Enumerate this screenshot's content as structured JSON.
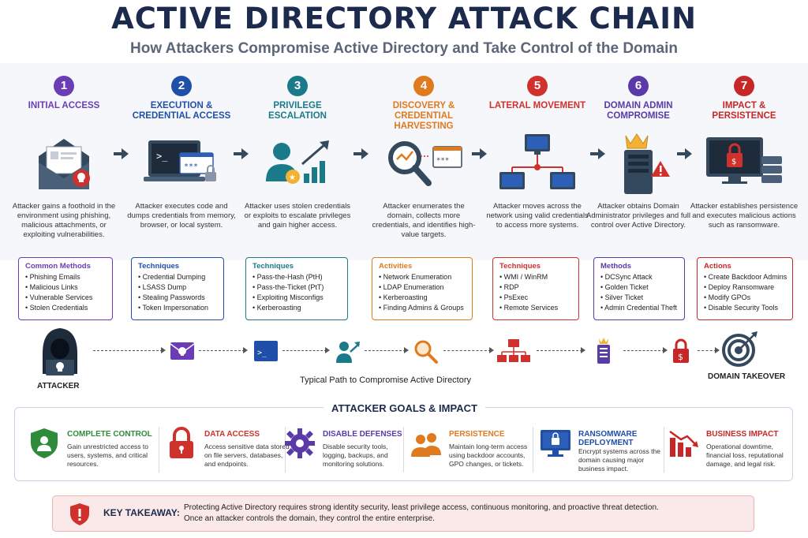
{
  "header": {
    "title": "ACTIVE DIRECTORY ATTACK CHAIN",
    "subtitle": "How Attackers Compromise Active Directory and Take Control of the Domain"
  },
  "steps": [
    {
      "number": "1",
      "title": "INITIAL ACCESS",
      "color": "#6a3db5",
      "description": "Attacker gains a foothold in the environment using phishing, malicious attachments, or exploiting vulnerabilities.",
      "box_title": "Common Methods",
      "items": [
        "Phishing Emails",
        "Malicious Links",
        "Vulnerable Services",
        "Stolen Credentials"
      ]
    },
    {
      "number": "2",
      "title": "EXECUTION & CREDENTIAL ACCESS",
      "color": "#1f4fa8",
      "description": "Attacker executes code and dumps credentials from memory, browser, or local system.",
      "box_title": "Techniques",
      "items": [
        "Credential Dumping",
        "LSASS Dump",
        "Stealing Passwords",
        "Token Impersonation"
      ]
    },
    {
      "number": "3",
      "title": "PRIVILEGE ESCALATION",
      "color": "#1b7a8a",
      "description": "Attacker uses stolen credentials or exploits to escalate privileges and gain higher access.",
      "box_title": "Techniques",
      "items": [
        "Pass-the-Hash (PtH)",
        "Pass-the-Ticket (PtT)",
        "Exploiting Misconfigs",
        "Kerberoasting"
      ]
    },
    {
      "number": "4",
      "title": "DISCOVERY & CREDENTIAL HARVESTING",
      "color": "#e07a1f",
      "description": "Attacker enumerates the domain, collects more credentials, and identifies high-value targets.",
      "box_title": "Activities",
      "items": [
        "Network Enumeration",
        "LDAP Enumeration",
        "Kerberoasting",
        "Finding Admins & Groups"
      ]
    },
    {
      "number": "5",
      "title": "LATERAL MOVEMENT",
      "color": "#d0312d",
      "description": "Attacker moves across the network using valid credentials to access more systems.",
      "box_title": "Techniques",
      "items": [
        "WMI / WinRM",
        "RDP",
        "PsExec",
        "Remote Services"
      ]
    },
    {
      "number": "6",
      "title": "DOMAIN ADMIN COMPROMISE",
      "color": "#5a3aa8",
      "description": "Attacker obtains Domain Administrator privileges and full control over Active Directory.",
      "box_title": "Methods",
      "items": [
        "DCSync Attack",
        "Golden Ticket",
        "Silver Ticket",
        "Admin Credential Theft"
      ]
    },
    {
      "number": "7",
      "title": "IMPACT & PERSISTENCE",
      "color": "#c62828",
      "description": "Attacker establishes persistence and executes malicious actions such as ransomware.",
      "box_title": "Actions",
      "items": [
        "Create Backdoor Admins",
        "Deploy Ransomware",
        "Modify GPOs",
        "Disable Security Tools"
      ]
    }
  ],
  "path": {
    "attacker_label": "ATTACKER",
    "caption": "Typical Path to Compromise Active Directory",
    "end_label": "DOMAIN TAKEOVER"
  },
  "goals": {
    "title": "ATTACKER GOALS & IMPACT",
    "items": [
      {
        "title": "COMPLETE CONTROL",
        "text": "Gain unrestricted access to users, systems, and critical resources.",
        "color": "#2e8b3a",
        "icon": "shield-user-icon"
      },
      {
        "title": "DATA ACCESS",
        "text": "Access sensitive data stored on file servers, databases, and endpoints.",
        "color": "#d0312d",
        "icon": "padlock-icon"
      },
      {
        "title": "DISABLE DEFENSES",
        "text": "Disable security tools, logging, backups, and monitoring solutions.",
        "color": "#5a3aa8",
        "icon": "gear-icon"
      },
      {
        "title": "PERSISTENCE",
        "text": "Maintain long-term access using backdoor accounts, GPO changes, or tickets.",
        "color": "#e07a1f",
        "icon": "users-icon"
      },
      {
        "title": "RANSOMWARE DEPLOYMENT",
        "text": "Encrypt systems across the domain causing major business impact.",
        "color": "#1f4fa8",
        "icon": "locked-monitor-icon"
      },
      {
        "title": "BUSINESS IMPACT",
        "text": "Operational downtime, financial loss, reputational damage, and legal risk.",
        "color": "#c62828",
        "icon": "declining-chart-icon"
      }
    ]
  },
  "takeaway": {
    "label": "KEY TAKEAWAY:",
    "line1": "Protecting Active Directory requires strong identity security, least privilege access, continuous monitoring, and proactive threat detection.",
    "line2": "Once an attacker controls the domain, they control the entire enterprise."
  }
}
